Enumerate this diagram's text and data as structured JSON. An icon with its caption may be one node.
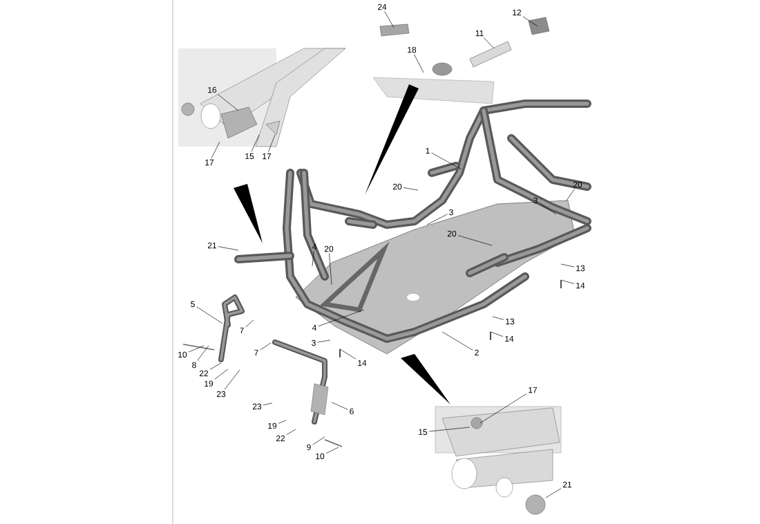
{
  "diagram": {
    "nodes": [
      {
        "text": [
          "24"
        ]
      },
      {
        "text": [
          "12"
        ]
      },
      {
        "text": [
          "11"
        ]
      },
      {
        "text": [
          "18"
        ]
      },
      {
        "text": [
          "16"
        ]
      },
      {
        "text": [
          "1"
        ]
      },
      {
        "text": [
          "17"
        ]
      },
      {
        "text": [
          "15"
        ]
      },
      {
        "text": [
          "17"
        ]
      },
      {
        "text": [
          "20"
        ]
      },
      {
        "text": [
          "20"
        ]
      },
      {
        "text": [
          "3"
        ]
      },
      {
        "text": [
          "3"
        ]
      },
      {
        "text": [
          "20"
        ]
      },
      {
        "text": [
          "21"
        ]
      },
      {
        "text": [
          "4"
        ]
      },
      {
        "text": [
          "20"
        ]
      },
      {
        "text": [
          "13"
        ]
      },
      {
        "text": [
          "14"
        ]
      },
      {
        "text": [
          "5"
        ]
      },
      {
        "text": [
          "7"
        ]
      },
      {
        "text": [
          "4"
        ]
      },
      {
        "text": [
          "13"
        ]
      },
      {
        "text": [
          "3"
        ]
      },
      {
        "text": [
          "14"
        ]
      },
      {
        "text": [
          "10"
        ]
      },
      {
        "text": [
          "8"
        ]
      },
      {
        "text": [
          "2"
        ]
      },
      {
        "text": [
          "7"
        ]
      },
      {
        "text": [
          "14"
        ]
      },
      {
        "text": [
          "22"
        ]
      },
      {
        "text": [
          "19"
        ]
      },
      {
        "text": [
          "23"
        ]
      },
      {
        "text": [
          "17"
        ]
      },
      {
        "text": [
          "6"
        ]
      },
      {
        "text": [
          "23"
        ]
      },
      {
        "text": [
          "19"
        ]
      },
      {
        "text": [
          "15"
        ]
      },
      {
        "text": [
          "22"
        ]
      },
      {
        "text": [
          "9"
        ]
      },
      {
        "text": [
          "10"
        ]
      },
      {
        "text": [
          "21"
        ]
      }
    ],
    "edges": [
      {
        "from": 0,
        "to": null,
        "arrow": "none"
      },
      {
        "from": 1,
        "to": null,
        "arrow": "none"
      },
      {
        "from": 2,
        "to": null,
        "arrow": "none"
      },
      {
        "from": 3,
        "to": null,
        "arrow": "none"
      },
      {
        "from": 4,
        "to": null,
        "arrow": "none"
      },
      {
        "from": 5,
        "to": null,
        "arrow": "none"
      },
      {
        "from": 6,
        "to": null,
        "arrow": "none"
      },
      {
        "from": 7,
        "to": null,
        "arrow": "none"
      },
      {
        "from": 8,
        "to": null,
        "arrow": "none"
      },
      {
        "from": 9,
        "to": null,
        "arrow": "none"
      },
      {
        "from": 10,
        "to": null,
        "arrow": "none"
      },
      {
        "from": 11,
        "to": null,
        "arrow": "none"
      },
      {
        "from": 12,
        "to": null,
        "arrow": "none"
      },
      {
        "from": 13,
        "to": null,
        "arrow": "none"
      },
      {
        "from": 14,
        "to": null,
        "arrow": "none"
      },
      {
        "from": 15,
        "to": null,
        "arrow": "none"
      },
      {
        "from": 16,
        "to": null,
        "arrow": "none"
      },
      {
        "from": 17,
        "to": null,
        "arrow": "none"
      },
      {
        "from": 18,
        "to": null,
        "arrow": "none"
      },
      {
        "from": 19,
        "to": null,
        "arrow": "none"
      },
      {
        "from": 20,
        "to": null,
        "arrow": "none"
      },
      {
        "from": 21,
        "to": null,
        "arrow": "none"
      },
      {
        "from": 22,
        "to": null,
        "arrow": "none"
      },
      {
        "from": 23,
        "to": null,
        "arrow": "none"
      },
      {
        "from": 24,
        "to": null,
        "arrow": "none"
      },
      {
        "from": 25,
        "to": null,
        "arrow": "none"
      },
      {
        "from": 26,
        "to": null,
        "arrow": "none"
      },
      {
        "from": 27,
        "to": null,
        "arrow": "none"
      },
      {
        "from": 28,
        "to": null,
        "arrow": "none"
      },
      {
        "from": 29,
        "to": null,
        "arrow": "none"
      },
      {
        "from": 30,
        "to": null,
        "arrow": "none"
      },
      {
        "from": 31,
        "to": null,
        "arrow": "none"
      },
      {
        "from": 32,
        "to": null,
        "arrow": "none"
      },
      {
        "from": 33,
        "to": null,
        "arrow": "none"
      },
      {
        "from": 34,
        "to": null,
        "arrow": "none"
      },
      {
        "from": 35,
        "to": null,
        "arrow": "none"
      },
      {
        "from": 36,
        "to": null,
        "arrow": "none"
      },
      {
        "from": 37,
        "to": null,
        "arrow": "none"
      },
      {
        "from": 38,
        "to": null,
        "arrow": "none"
      },
      {
        "from": 39,
        "to": null,
        "arrow": "none"
      },
      {
        "from": 40,
        "to": null,
        "arrow": "none"
      },
      {
        "from": 41,
        "to": null,
        "arrow": "none"
      }
    ]
  }
}
